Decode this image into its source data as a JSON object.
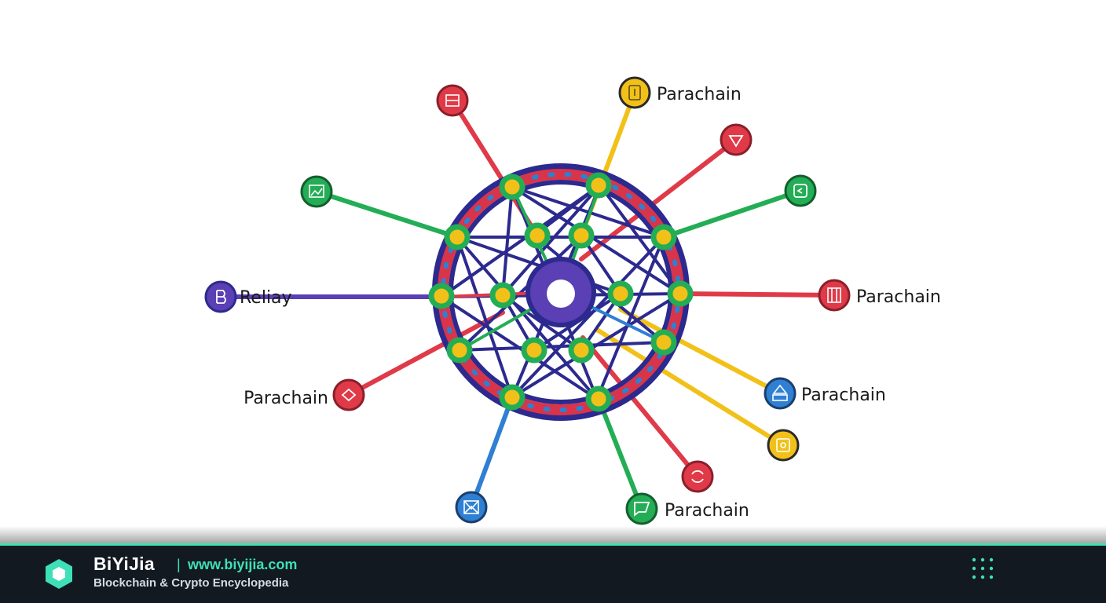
{
  "diagram": {
    "center_label": "Reliay",
    "parachain_label": "Parachain",
    "colors": {
      "relay": "#5a3fb5",
      "red": "#e03a48",
      "green": "#23ad55",
      "yellow": "#f2c119",
      "blue": "#2f7fd3",
      "ring": "#2c2a8e",
      "ring_fill": "#d8344a"
    },
    "nodes": [
      {
        "id": "relay",
        "color": "relay",
        "icon": "relay-icon",
        "label": "Reliay"
      },
      {
        "id": "top-left-red",
        "color": "red",
        "icon": "drawer-icon",
        "label": ""
      },
      {
        "id": "top-yellow",
        "color": "yellow",
        "icon": "document-icon",
        "label": "Parachain"
      },
      {
        "id": "right-top-red",
        "color": "red",
        "icon": "triangle-icon",
        "label": ""
      },
      {
        "id": "left-green",
        "color": "green",
        "icon": "image-icon",
        "label": ""
      },
      {
        "id": "right-green",
        "color": "green",
        "icon": "wallet-icon",
        "label": ""
      },
      {
        "id": "right-red",
        "color": "red",
        "icon": "building-icon",
        "label": "Parachain"
      },
      {
        "id": "left-red",
        "color": "red",
        "icon": "diamond-icon",
        "label": "Parachain"
      },
      {
        "id": "right-blue",
        "color": "blue",
        "icon": "network-icon",
        "label": "Parachain"
      },
      {
        "id": "bottom-right-yellow",
        "color": "yellow",
        "icon": "puzzle-icon",
        "label": ""
      },
      {
        "id": "bottom-red",
        "color": "red",
        "icon": "cycle-icon",
        "label": ""
      },
      {
        "id": "bottom-green",
        "color": "green",
        "icon": "chat-icon",
        "label": "Parachain"
      },
      {
        "id": "bottom-blue",
        "color": "blue",
        "icon": "envelope-icon",
        "label": ""
      }
    ]
  },
  "footer": {
    "brand": "BiYiJia",
    "separator": "|",
    "url": "www.biyijia.com",
    "tagline": "Blockchain & Crypto Encyclopedia",
    "logo_icon": "hexagon-logo-icon",
    "menu_icon": "dots-grid-icon",
    "accent": "#3ee0b8",
    "background": "#131921"
  }
}
